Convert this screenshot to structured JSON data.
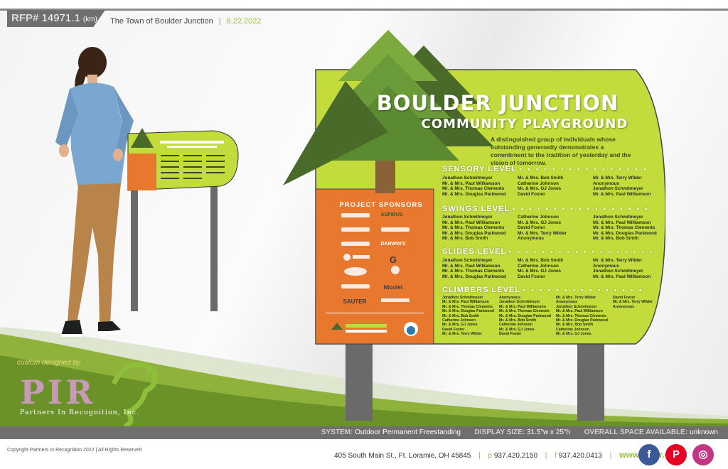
{
  "header": {
    "rfp_label": "RFP#",
    "rfp_number": "14971.1",
    "rfp_initials": "(km)",
    "client": "The Town of Boulder Junction",
    "separator": "|",
    "date": "8.22.2022"
  },
  "sign": {
    "title": "BOULDER JUNCTION",
    "subtitle": "COMMUNITY PLAYGROUND",
    "description": "A distinguished group of individuals whose outstanding generosity demonstrates a commitment to the tradition of yesterday and the vision of tomorrow.",
    "sponsors_title": "PROJECT SPONSORS",
    "sponsors": [
      "ASPIRUS",
      "SAUTER",
      "Nicolet",
      "DARWIN'S",
      "G"
    ],
    "levels": [
      {
        "name": "SENSORY LEVEL",
        "columns": [
          [
            "Jonathon Schmitmeyer",
            "Mr. & Mrs. Paul Williamson",
            "Mr. & Mrs. Thomas Clements",
            "Mr. & Mrs. Douglas Parkwood"
          ],
          [
            "Mr. & Mrs. Bob Smith",
            "Catherine Johnson",
            "Mr. & Mrs. GJ Jones",
            "David Foster"
          ],
          [
            "Mr. & Mrs. Terry Wilder",
            "Anonymous",
            "Jonathon Schmitmeyer",
            "Mr. & Mrs. Paul Williamson"
          ]
        ]
      },
      {
        "name": "SWINGS LEVEL",
        "columns": [
          [
            "Jonathon Schmitmeyer",
            "Mr. & Mrs. Paul Williamson",
            "Mr. & Mrs. Thomas Clements",
            "Mr. & Mrs. Douglas Parkwood",
            "Mr. & Mrs. Bob Smith"
          ],
          [
            "Catherine Johnson",
            "Mr. & Mrs. GJ Jones",
            "David Foster",
            "Mr. & Mrs. Terry Wilder",
            "Anonymous"
          ],
          [
            "Jonathon Schmitmeyer",
            "Mr. & Mrs. Paul Williamson",
            "Mr. & Mrs. Thomas Clements",
            "Mr. & Mrs. Douglas Parkwood",
            "Mr. & Mrs. Bob Smith"
          ]
        ]
      },
      {
        "name": "SLIDES LEVEL",
        "columns": [
          [
            "Jonathon Schmitmeyer",
            "Mr. & Mrs. Paul Williamson",
            "Mr. & Mrs. Thomas Clements",
            "Mr. & Mrs. Douglas Parkwood"
          ],
          [
            "Mr. & Mrs. Bob Smith",
            "Catherine Johnson",
            "Mr. & Mrs. GJ Jones",
            "David Foster"
          ],
          [
            "Mr. & Mrs. Terry Wilder",
            "Anonymous",
            "Jonathon Schmitmeyer",
            "Mr. & Mrs. Paul Williamson"
          ]
        ]
      },
      {
        "name": "CLIMBERS LEVEL",
        "columns": [
          [
            "Jonathon Schmitmeyer",
            "Mr. & Mrs. Paul Williamson",
            "Mr. & Mrs. Thomas Clements",
            "Mr. & Mrs. Douglas Parkwood",
            "Mr. & Mrs. Bob Smith",
            "Catherine Johnson",
            "Mr. & Mrs. GJ Jones",
            "David Foster",
            "Mr. & Mrs. Terry Wilder"
          ],
          [
            "Anonymous",
            "Jonathon Schmitmeyer",
            "Mr. & Mrs. Paul Williamson",
            "Mr. & Mrs. Thomas Clements",
            "Mr. & Mrs. Douglas Parkwood",
            "Mr. & Mrs. Bob Smith",
            "Catherine Johnson",
            "Mr. & Mrs. GJ Jones",
            "David Foster"
          ],
          [
            "Mr. & Mrs. Terry Wilder",
            "Anonymous",
            "Jonathon Schmitmeyer",
            "Mr. & Mrs. Paul Williamson",
            "Mr. & Mrs. Thomas Clements",
            "Mr. & Mrs. Douglas Parkwood",
            "Mr. & Mrs. Bob Smith",
            "Catherine Johnson",
            "Mr. & Mrs. GJ Jones"
          ],
          [
            "David Foster",
            "Mr. & Mrs. Terry Wilder",
            "Anonymous"
          ]
        ]
      }
    ]
  },
  "logo": {
    "custom_by": "custom designed by",
    "letters": "PIR",
    "company": "Partners In Recognition, Inc."
  },
  "spec": {
    "system_label": "SYSTEM:",
    "system_value": "Outdoor Permanent Freestanding",
    "display_label": "DISPLAY SIZE:",
    "display_value": "31.5\"w x 25\"h",
    "space_label": "OVERALL SPACE AVAILABLE:",
    "space_value": "unknown"
  },
  "footer": {
    "copyright": "Copyright Partners In Recognition 2022   |   All Rights Reserved",
    "address": "405 South Main St., Ft. Loramie, OH 45845",
    "phone_prefix": "p",
    "phone": "937.420.2150",
    "fax_prefix": "f",
    "fax": "937.420.0413",
    "website": "www.gopir.com",
    "social_icons": [
      "facebook-icon",
      "pinterest-icon",
      "instagram-icon"
    ]
  },
  "colors": {
    "sign_green": "#c3dc3c",
    "sign_orange": "#e8782e",
    "tree_dark": "#4a6a2a",
    "tree_light": "#6b9a38",
    "accent_green": "#9bbf3a",
    "bar_gray": "#6f6f6f"
  }
}
